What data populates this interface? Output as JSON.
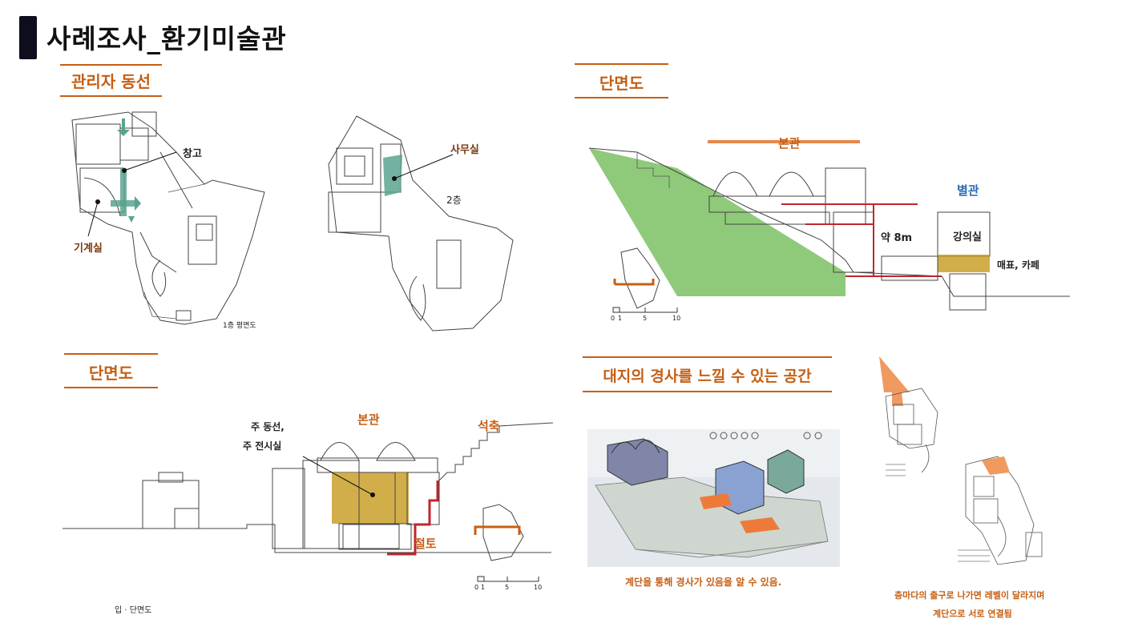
{
  "page_title": "사례조사_환기미술관",
  "sections": {
    "manager_flow": {
      "heading": "관리자 동선",
      "storage_label": "창고",
      "machine_room_label": "기계실",
      "office_label": "사무실",
      "floor2_label": "2층",
      "floor1_plan_label": "1층 평면도"
    },
    "section_top": {
      "heading": "단면도",
      "main_hall_label": "본관",
      "annex_label": "별관",
      "lecture_room_label": "강의실",
      "height_label": "약 8m",
      "shop_label": "매표, 카페",
      "scale": [
        "0",
        "1",
        "5",
        "10"
      ]
    },
    "section_bottom": {
      "heading": "단면도",
      "main_hall_label": "본관",
      "main_flow_label_1": "주 동선,",
      "main_flow_label_2": "주 전시실",
      "stone_wall_label": "석축",
      "cut_soil_label": "절토",
      "elevation_label": "입 · 단면도",
      "scale": [
        "0",
        "1",
        "5",
        "10"
      ]
    },
    "slope_space": {
      "heading": "대지의 경사를 느낄 수 있는 공간",
      "caption": "계단을 통해 경사가 있음을 알 수 있음.",
      "right_caption_1": "층마다의 출구로 나가면 레벨이 달라지며",
      "right_caption_2": "계단으로 서로 연결됨"
    }
  },
  "colors": {
    "accent_orange": "#c55f14",
    "teal": "#5aa391",
    "green_slope": "#8fca7a",
    "ochre": "#c79a1e",
    "red_line": "#c0262c",
    "blue_label": "#2c6bb0"
  }
}
